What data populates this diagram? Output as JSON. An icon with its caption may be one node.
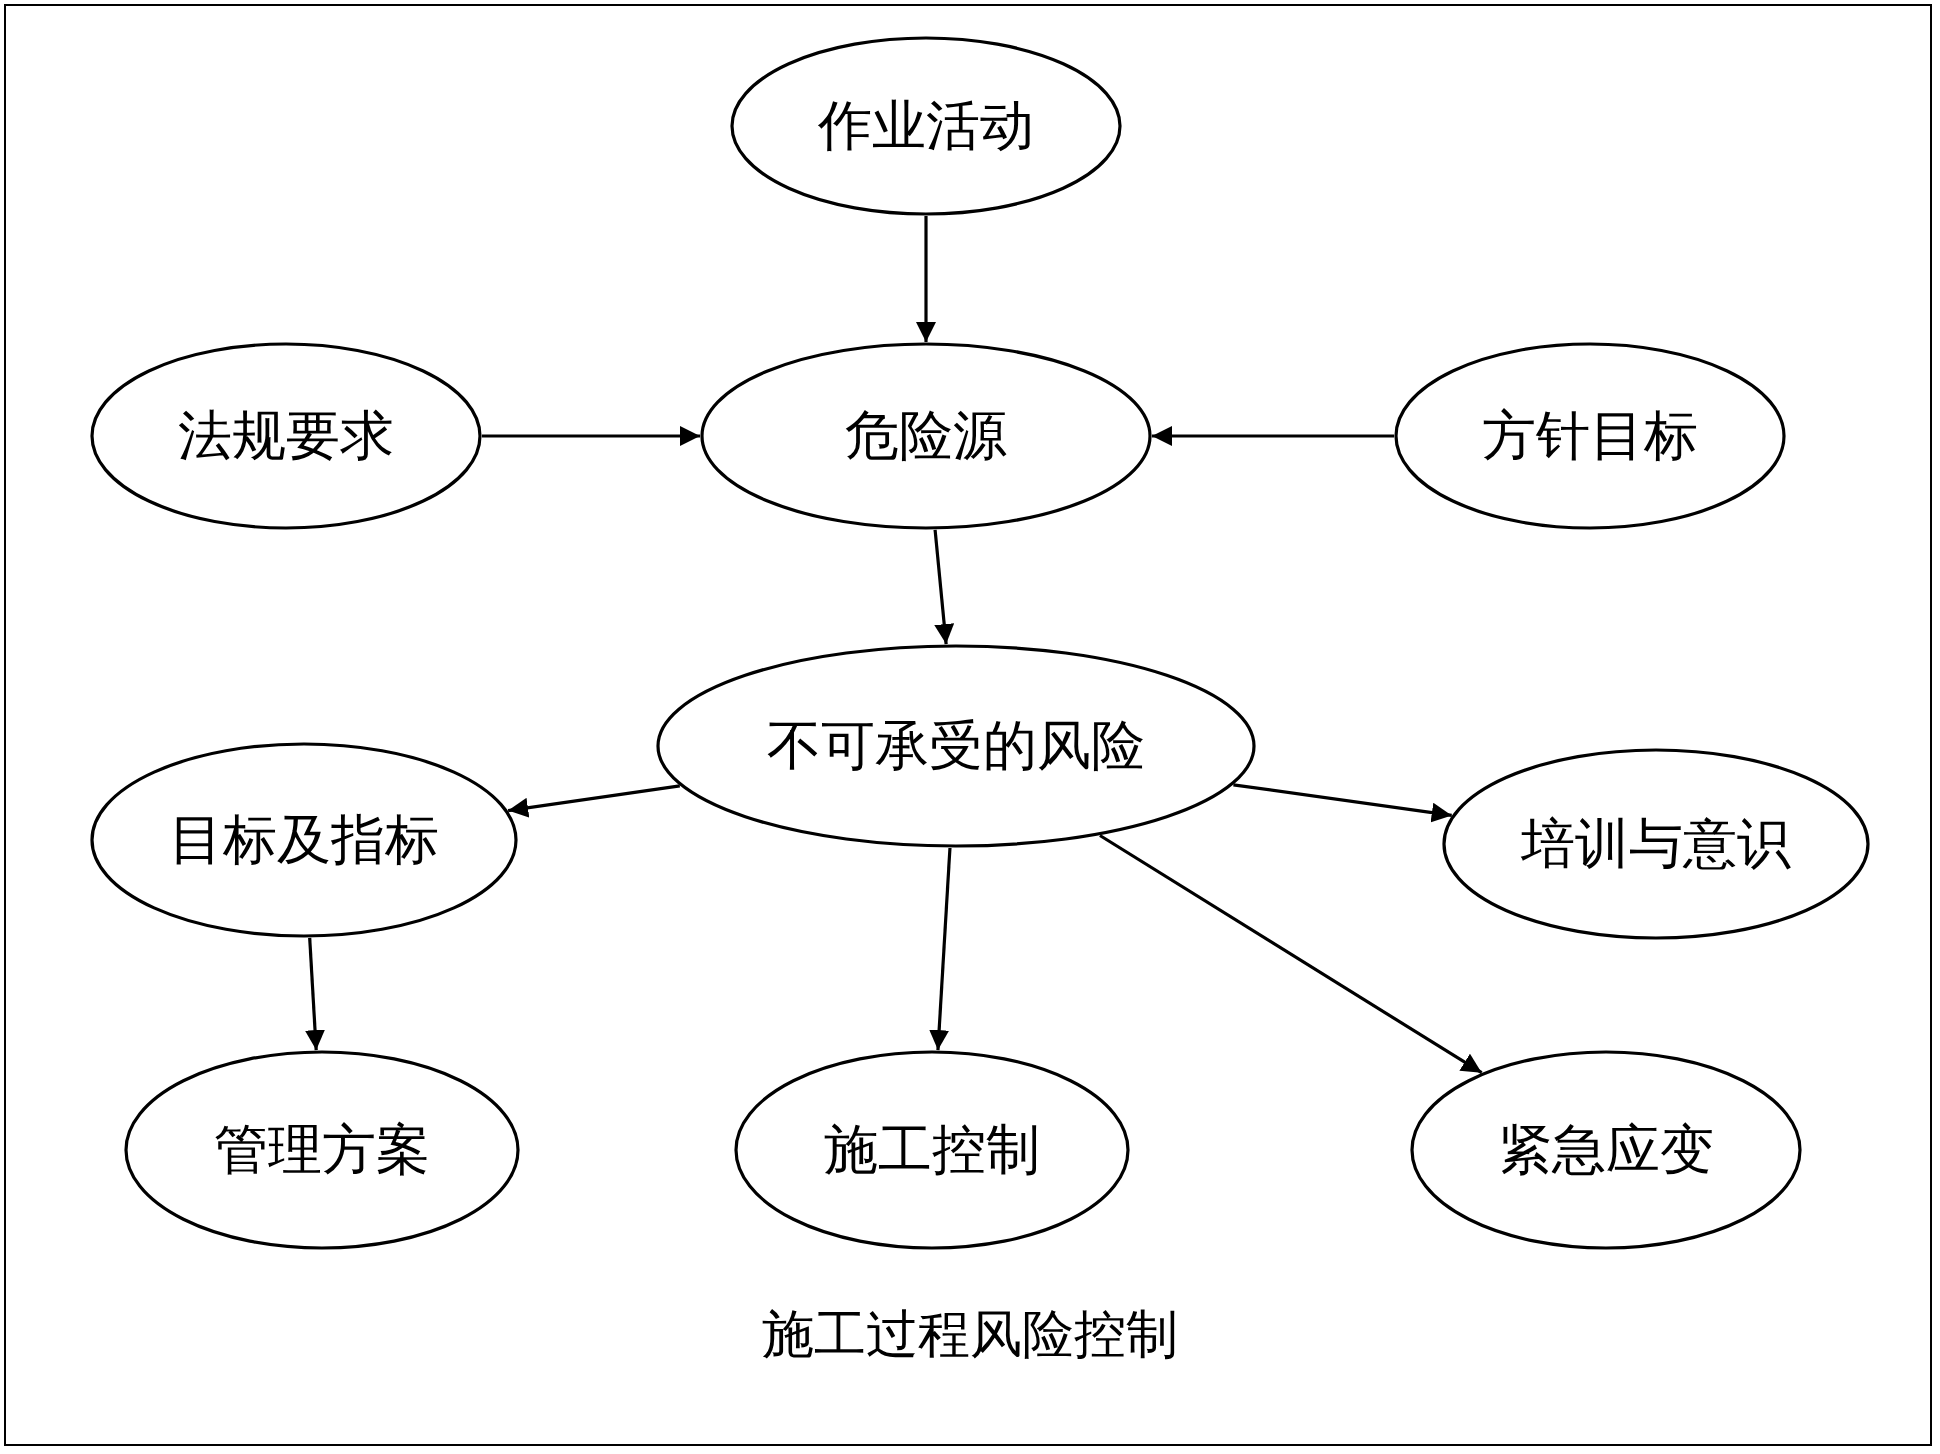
{
  "diagram": {
    "caption": "施工过程风险控制",
    "nodes": [
      {
        "text": [
          "作业活动"
        ]
      },
      {
        "text": [
          "法规要求"
        ]
      },
      {
        "text": [
          "危险源"
        ]
      },
      {
        "text": [
          "方针目标"
        ]
      },
      {
        "text": [
          "不可承受的风险"
        ]
      },
      {
        "text": [
          "目标及指标"
        ]
      },
      {
        "text": [
          "培训与意识"
        ]
      },
      {
        "text": [
          "管理方案"
        ]
      },
      {
        "text": [
          "施工控制"
        ]
      },
      {
        "text": [
          "紧急应变"
        ]
      }
    ],
    "edges": [
      {
        "from": 0,
        "to": 2,
        "arrow": "to"
      },
      {
        "from": 1,
        "to": 2,
        "arrow": "to"
      },
      {
        "from": 3,
        "to": 2,
        "arrow": "to"
      },
      {
        "from": 2,
        "to": 4,
        "arrow": "to"
      },
      {
        "from": 4,
        "to": 5,
        "arrow": "to"
      },
      {
        "from": 4,
        "to": 6,
        "arrow": "to"
      },
      {
        "from": 4,
        "to": 8,
        "arrow": "to"
      },
      {
        "from": 4,
        "to": 9,
        "arrow": "to"
      },
      {
        "from": 5,
        "to": 7,
        "arrow": "to"
      }
    ]
  }
}
